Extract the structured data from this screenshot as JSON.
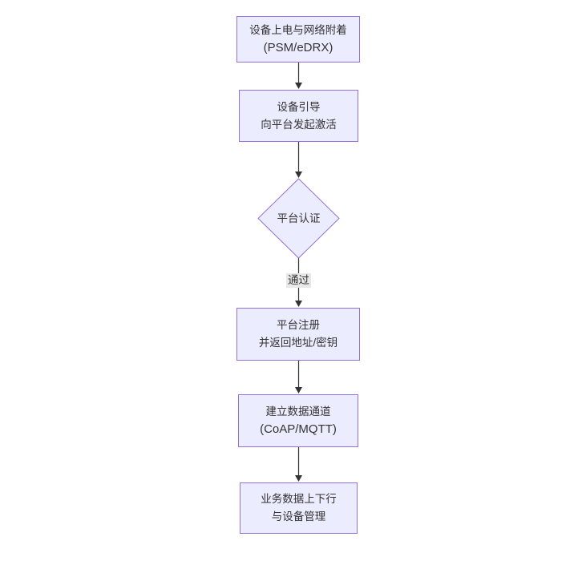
{
  "diagram": {
    "type": "flowchart",
    "direction": "top-down",
    "colors": {
      "node_fill": "#ECECFF",
      "node_border": "#9370DB",
      "text": "#333333",
      "arrow": "#333333",
      "edge_label_bg": "#e8e8e8"
    },
    "nodes": [
      {
        "id": "power-attach",
        "shape": "rect",
        "lines": [
          "设备上电与网络附着",
          "(PSM/eDRX)"
        ]
      },
      {
        "id": "bootstrap",
        "shape": "rect",
        "lines": [
          "设备引导",
          "向平台发起激活"
        ]
      },
      {
        "id": "auth",
        "shape": "diamond",
        "lines": [
          "平台认证"
        ]
      },
      {
        "id": "register",
        "shape": "rect",
        "lines": [
          "平台注册",
          "并返回地址/密钥"
        ]
      },
      {
        "id": "channel",
        "shape": "rect",
        "lines": [
          "建立数据通道",
          "(CoAP/MQTT)"
        ]
      },
      {
        "id": "business",
        "shape": "rect",
        "lines": [
          "业务数据上下行",
          "与设备管理"
        ]
      }
    ],
    "edges": [
      {
        "from": "power-attach",
        "to": "bootstrap",
        "label": ""
      },
      {
        "from": "bootstrap",
        "to": "auth",
        "label": ""
      },
      {
        "from": "auth",
        "to": "register",
        "label": "通过"
      },
      {
        "from": "register",
        "to": "channel",
        "label": ""
      },
      {
        "from": "channel",
        "to": "business",
        "label": ""
      }
    ]
  }
}
